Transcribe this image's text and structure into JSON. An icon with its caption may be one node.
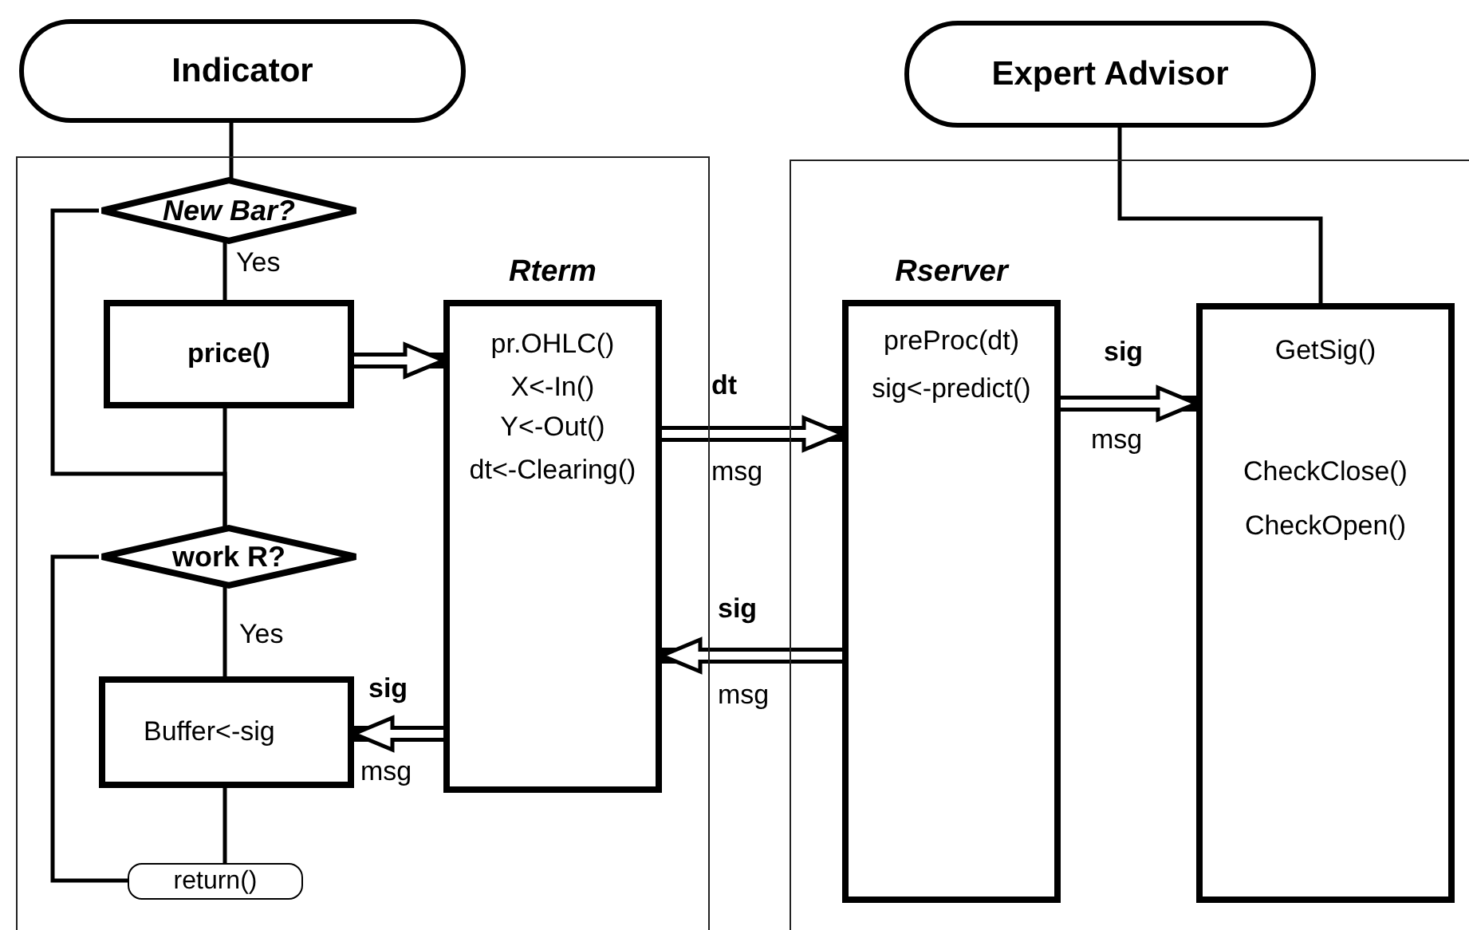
{
  "diagram": {
    "nodes": [
      {
        "text": [
          "Indicator"
        ]
      },
      {
        "text": [],
        "shape": "box"
      },
      {
        "text": [
          "New Bar?"
        ],
        "in": 1
      },
      {
        "text": [
          "price()"
        ],
        "in": 1
      },
      {
        "text": [
          "Rterm",
          "pr.OHLC()",
          "X<-In()",
          "Y<-Out()",
          "dt<-Clearing()"
        ],
        "in": 1
      },
      {
        "text": [
          "work R?"
        ],
        "in": 1
      },
      {
        "text": [
          "Buffer<-sig"
        ],
        "in": 1
      },
      {
        "text": [
          "return()"
        ],
        "in": 1
      },
      {
        "text": [
          "Expert Advisor"
        ]
      },
      {
        "text": [],
        "shape": "box"
      },
      {
        "text": [
          "Rserver",
          "preProc(dt)",
          "sig<-predict()"
        ],
        "in": 9
      },
      {
        "text": [
          "GetSig()",
          "CheckClose()",
          "CheckOpen()"
        ],
        "in": 9
      }
    ],
    "edges": [
      {
        "from": 0,
        "to": 2,
        "arrow": "none"
      },
      {
        "from": 2,
        "to": 3,
        "arrow": "none",
        "label": "Yes"
      },
      {
        "from": 3,
        "to": 4,
        "arrow": "to",
        "style": "thick"
      },
      {
        "from": 3,
        "to": 5,
        "arrow": "none"
      },
      {
        "from": 2,
        "to": 5,
        "arrow": "none"
      },
      {
        "from": 4,
        "to": 10,
        "arrow": "to",
        "style": "thick",
        "label": "dt"
      },
      {
        "from": 10,
        "to": 4,
        "arrow": "to",
        "style": "thick",
        "label": "sig"
      },
      {
        "from": 5,
        "to": 6,
        "arrow": "none",
        "label": "Yes"
      },
      {
        "from": 4,
        "to": 6,
        "arrow": "to",
        "style": "thick",
        "label": "sig"
      },
      {
        "from": 5,
        "to": 7,
        "arrow": "none"
      },
      {
        "from": 6,
        "to": 7,
        "arrow": "none"
      },
      {
        "from": 8,
        "to": 11,
        "arrow": "none"
      },
      {
        "from": 10,
        "to": 11,
        "arrow": "to",
        "style": "thick",
        "label": "sig"
      }
    ],
    "labels": [
      "msg",
      "msg",
      "msg",
      "msg"
    ]
  }
}
